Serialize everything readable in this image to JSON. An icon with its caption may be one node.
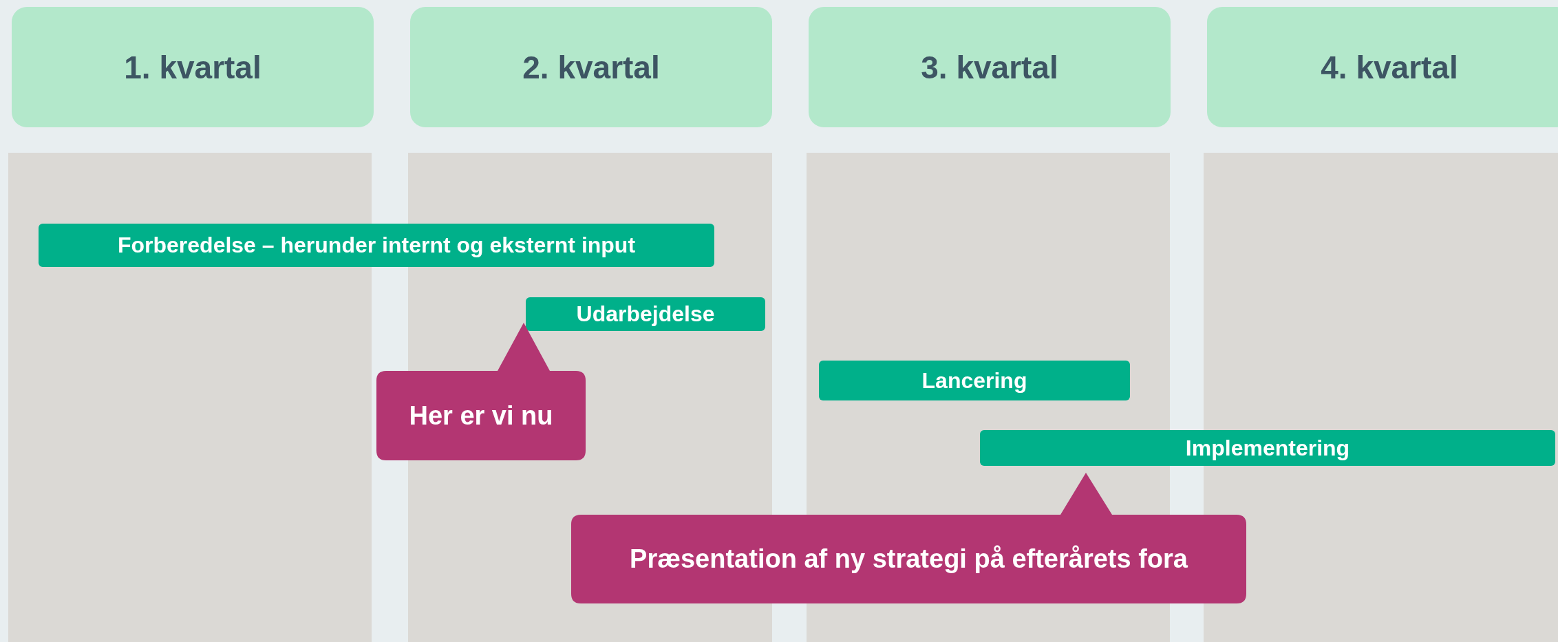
{
  "diagram": {
    "nodes": [
      {
        "text": [
          "1. kvartal"
        ]
      },
      {
        "text": [
          "2. kvartal"
        ]
      },
      {
        "text": [
          "3. kvartal"
        ]
      },
      {
        "text": [
          "4. kvartal"
        ]
      },
      {
        "text": [
          "Forberedelse – herunder internt og eksternt input"
        ]
      },
      {
        "text": [
          "Udarbejdelse"
        ]
      },
      {
        "text": [
          "Her er vi nu"
        ]
      },
      {
        "text": [
          "Lancering"
        ]
      },
      {
        "text": [
          "Implementering"
        ]
      },
      {
        "text": [
          "Præsentation af ny strategi på efterårets fora"
        ]
      }
    ]
  }
}
